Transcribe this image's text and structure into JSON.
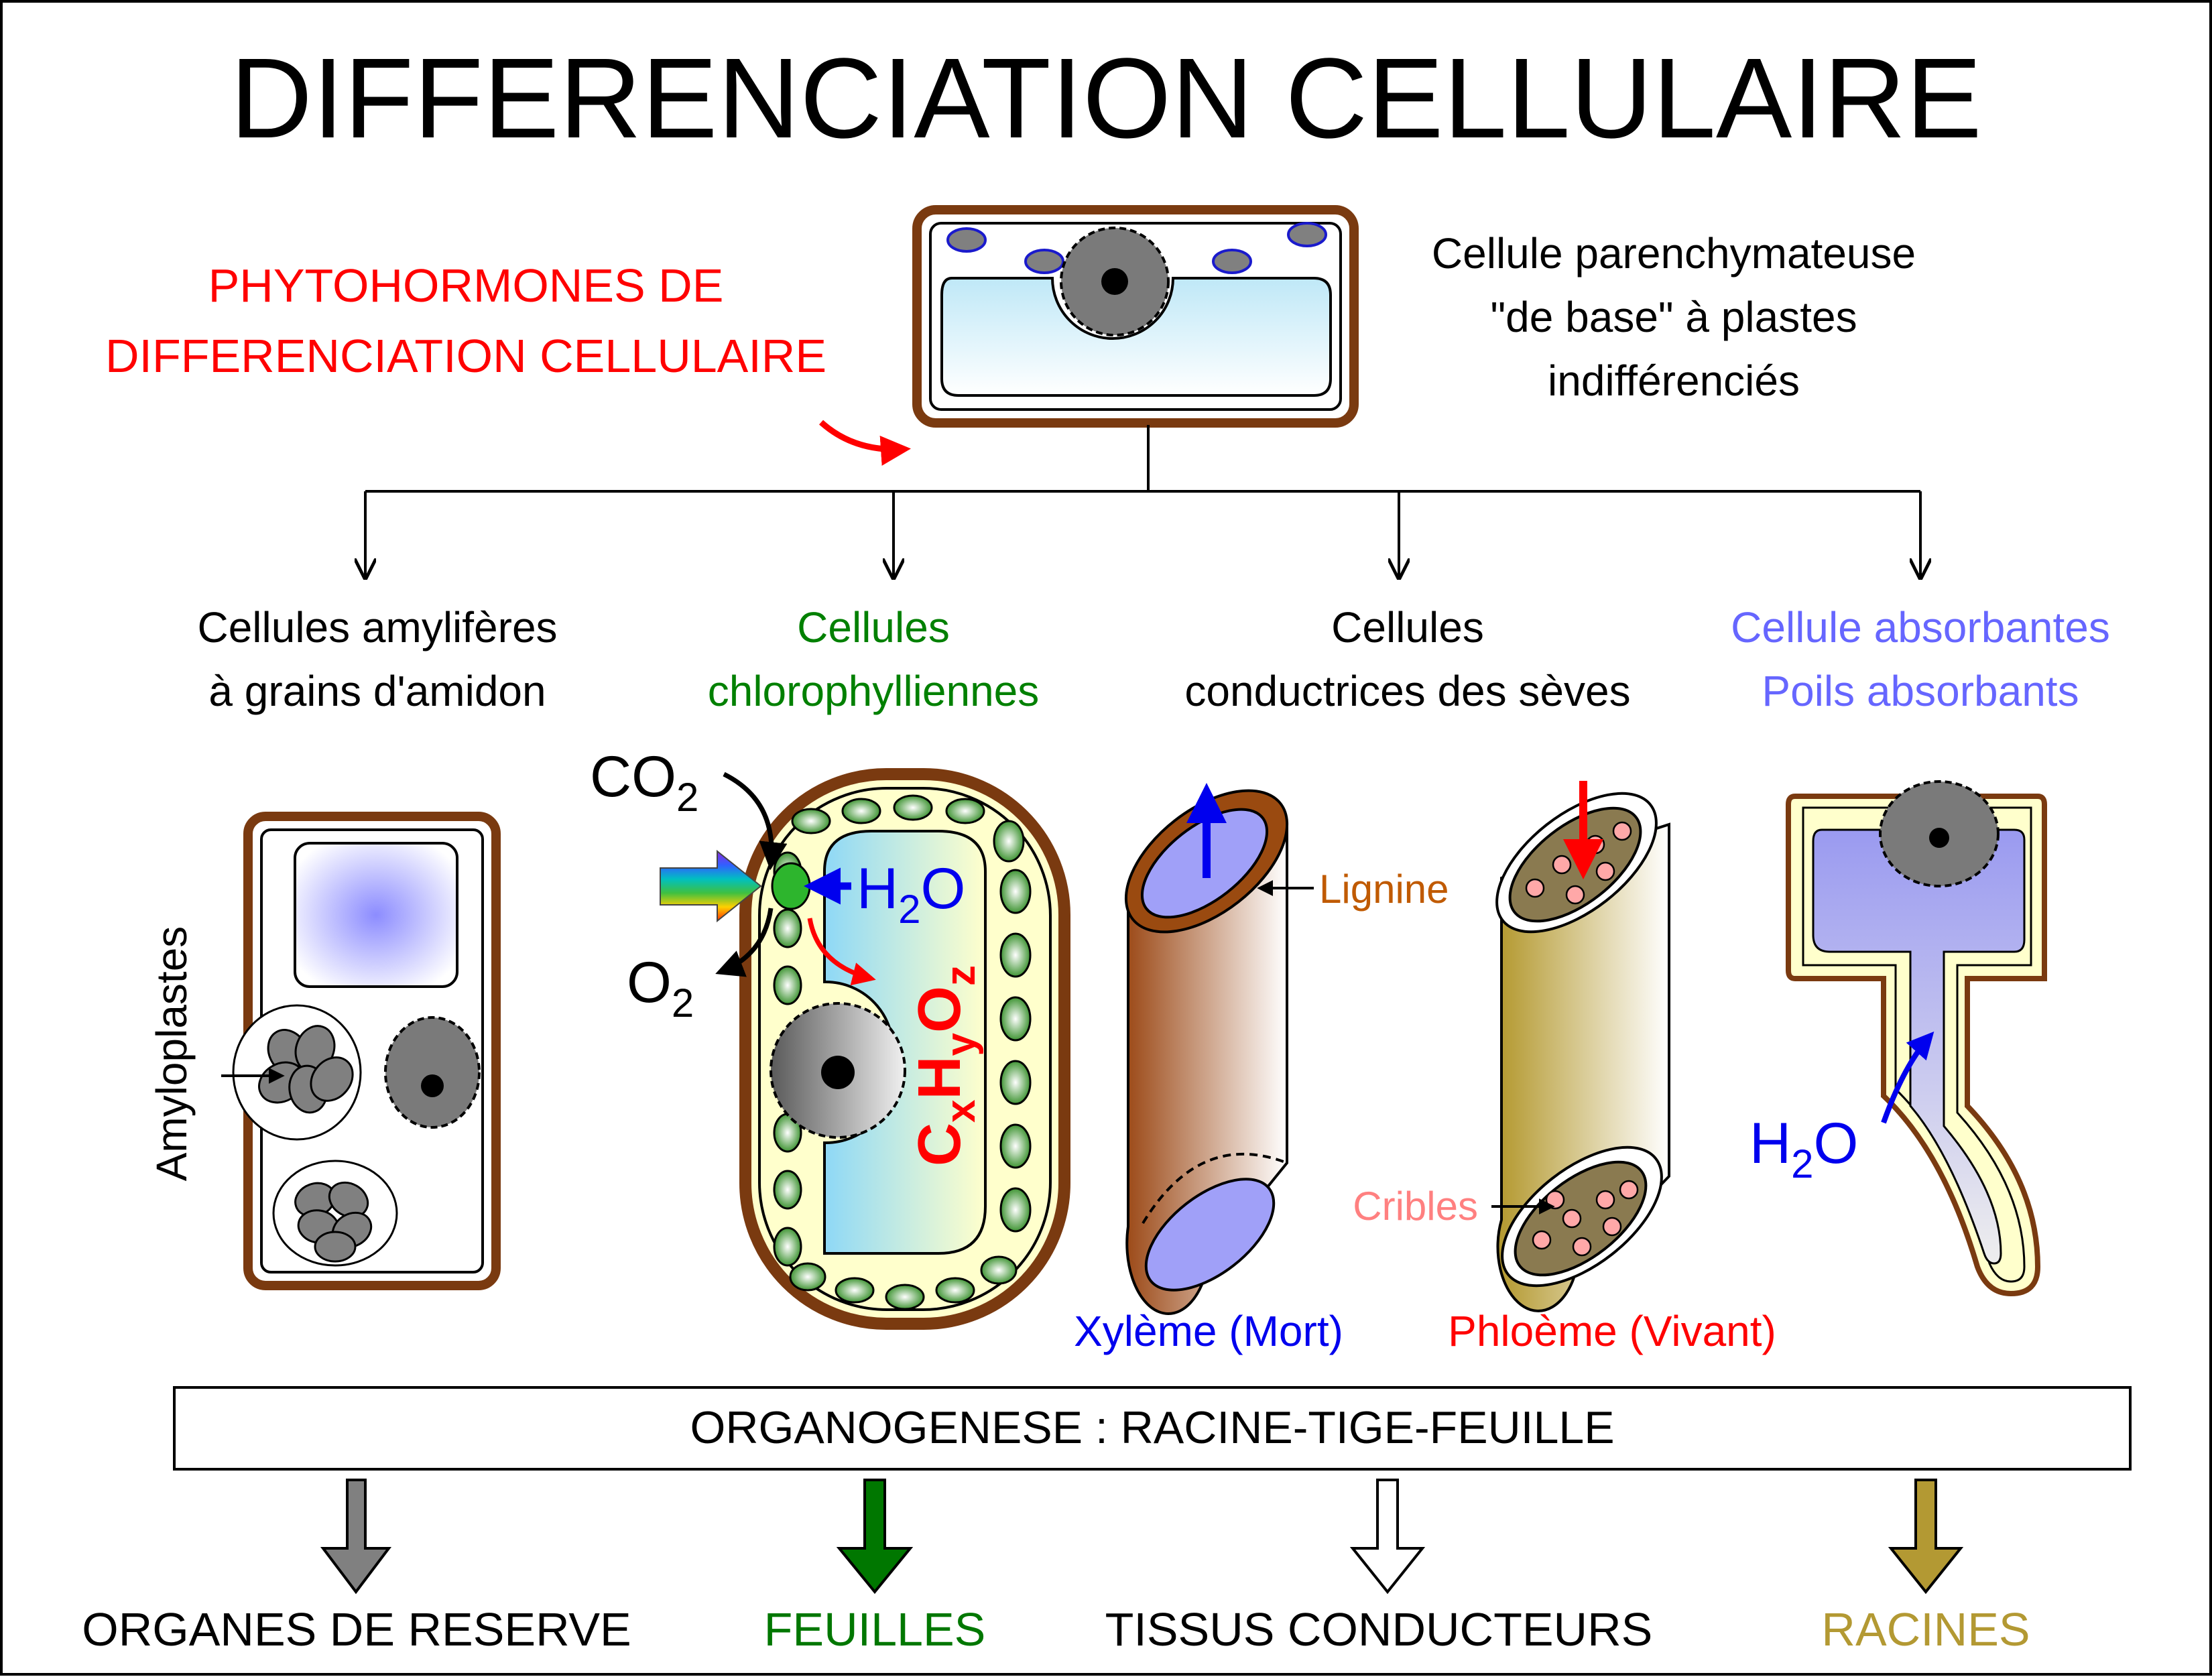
{
  "title": "DIFFERENCIATION CELLULAIRE",
  "hormones": {
    "line1": "PHYTOHORMONES DE",
    "line2": "DIFFERENCIATION CELLULAIRE"
  },
  "base_cell": {
    "line1": "Cellule parenchymateuse",
    "line2": "\"de base\" à plastes",
    "line3": "indifférenciés"
  },
  "branches": [
    {
      "line1": "Cellules amylifères",
      "line2": "à grains d'amidon"
    },
    {
      "line1": "Cellules",
      "line2": "chlorophylliennes"
    },
    {
      "line1": "Cellules",
      "line2": "conductrices des sèves"
    },
    {
      "line1": "Cellule absorbantes",
      "line2": "Poils absorbants"
    }
  ],
  "amylo": {
    "label": "Amyloplastes"
  },
  "chloro": {
    "co2": "CO",
    "co2_sub": "2",
    "o2": "O",
    "o2_sub": "2",
    "h2o": "H",
    "h2o_sub": "2",
    "h2o_end": "O",
    "formula": {
      "c": "C",
      "x": "x",
      "h": "H",
      "y": "y",
      "o": "O",
      "z": "z"
    }
  },
  "xylem": {
    "lignine": "Lignine",
    "caption": "Xylème (Mort)"
  },
  "phloem": {
    "cribles": "Cribles",
    "caption": "Phloème (Vivant)"
  },
  "root_hair": {
    "h2o": "H",
    "h2o_sub": "2",
    "h2o_end": "O"
  },
  "organogenese": "ORGANOGENESE : RACINE-TIGE-FEUILLE",
  "outputs": [
    {
      "label": "ORGANES DE RESERVE",
      "color": "#808080"
    },
    {
      "label": "FEUILLES",
      "color": "#007700"
    },
    {
      "label": "TISSUS CONDUCTEURS",
      "color": "#ffffff"
    },
    {
      "label": "RACINES",
      "color": "#b39933"
    }
  ],
  "colors": {
    "hormone_red": "#ff0000",
    "chloro_green": "#008000",
    "absorb_blue": "#6666ff",
    "wall_brown": "#7a3a10",
    "lignine_orange": "#c05a00",
    "cribles_pink": "#ff8080",
    "xylem_blue": "#0000ee"
  }
}
